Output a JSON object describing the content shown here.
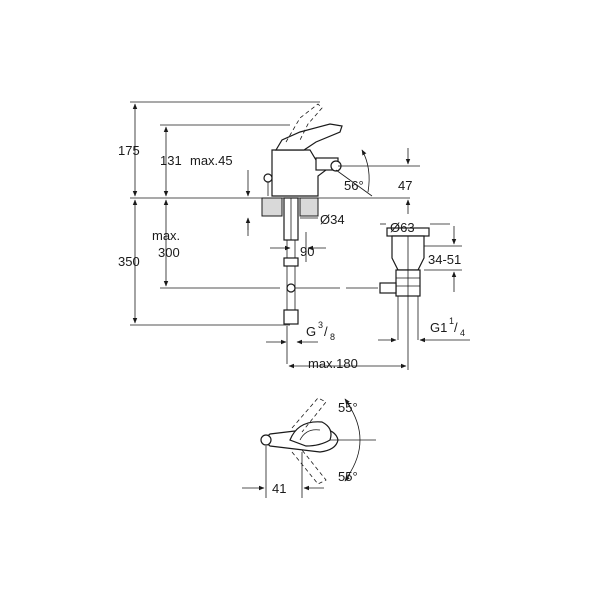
{
  "dimensions": {
    "height_175": "175",
    "height_131": "131",
    "max_45": "max.45",
    "angle_56": "56°",
    "height_47": "47",
    "dia_34": "Ø34",
    "dia_63": "Ø63",
    "width_90": "90",
    "range_34_51": "34-51",
    "max_label": "max.",
    "max_300": "300",
    "height_350": "350",
    "thread_g38_base": "G",
    "thread_g38_num": "3",
    "thread_g38_den": "8",
    "thread_g114_base": "G1",
    "thread_g114_num": "1",
    "thread_g114_den": "4",
    "max_180": "max.180",
    "angle_55_top": "55°",
    "angle_55_bottom": "55°",
    "width_41": "41"
  }
}
